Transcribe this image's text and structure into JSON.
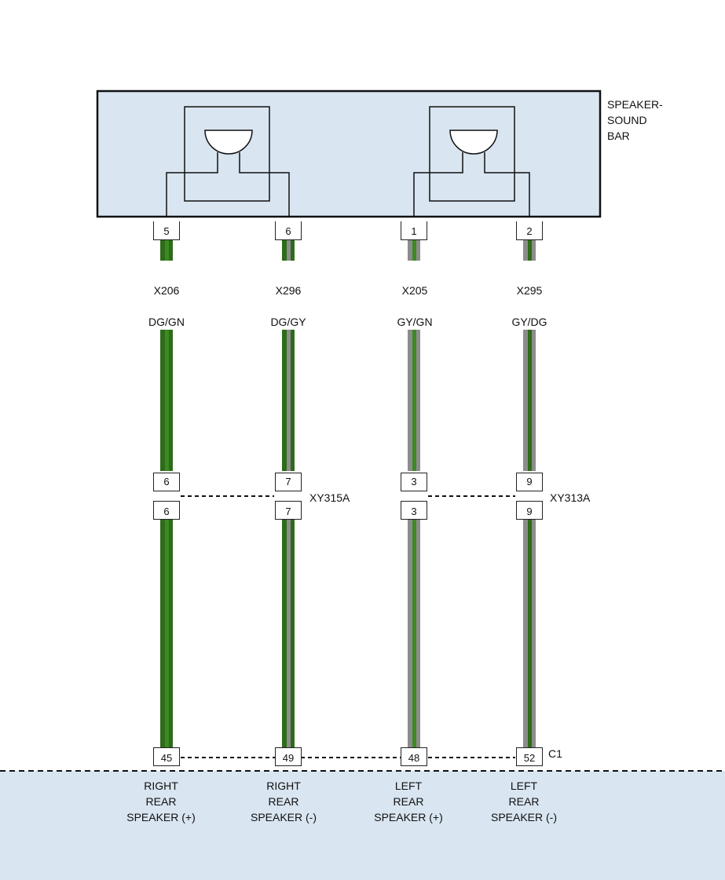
{
  "module": {
    "name": "SPEAKER-\nSOUND\nBAR",
    "pins": [
      "5",
      "6",
      "1",
      "2"
    ]
  },
  "circuits": [
    {
      "id": "X206",
      "color": "DG/GN",
      "base": "#2e6b1a",
      "stripe": "#3b8a22"
    },
    {
      "id": "X296",
      "color": "DG/GY",
      "base": "#2e6b1a",
      "stripe": "#8c8c8c"
    },
    {
      "id": "X205",
      "color": "GY/GN",
      "base": "#8c8c8c",
      "stripe": "#3b8a22"
    },
    {
      "id": "X295",
      "color": "GY/DG",
      "base": "#8c8c8c",
      "stripe": "#2e6b1a"
    }
  ],
  "inline_connectors": [
    {
      "name": "XY315A",
      "pins": [
        "6",
        "7"
      ]
    },
    {
      "name": "XY313A",
      "pins": [
        "3",
        "9"
      ]
    }
  ],
  "bottom_connector": {
    "name": "C1",
    "pins": [
      "45",
      "49",
      "48",
      "52"
    ]
  },
  "destinations": [
    "RIGHT\nREAR\nSPEAKER (+)",
    "RIGHT\nREAR\nSPEAKER (-)",
    "LEFT\nREAR\nSPEAKER (+)",
    "LEFT\nREAR\nSPEAKER (-)"
  ]
}
